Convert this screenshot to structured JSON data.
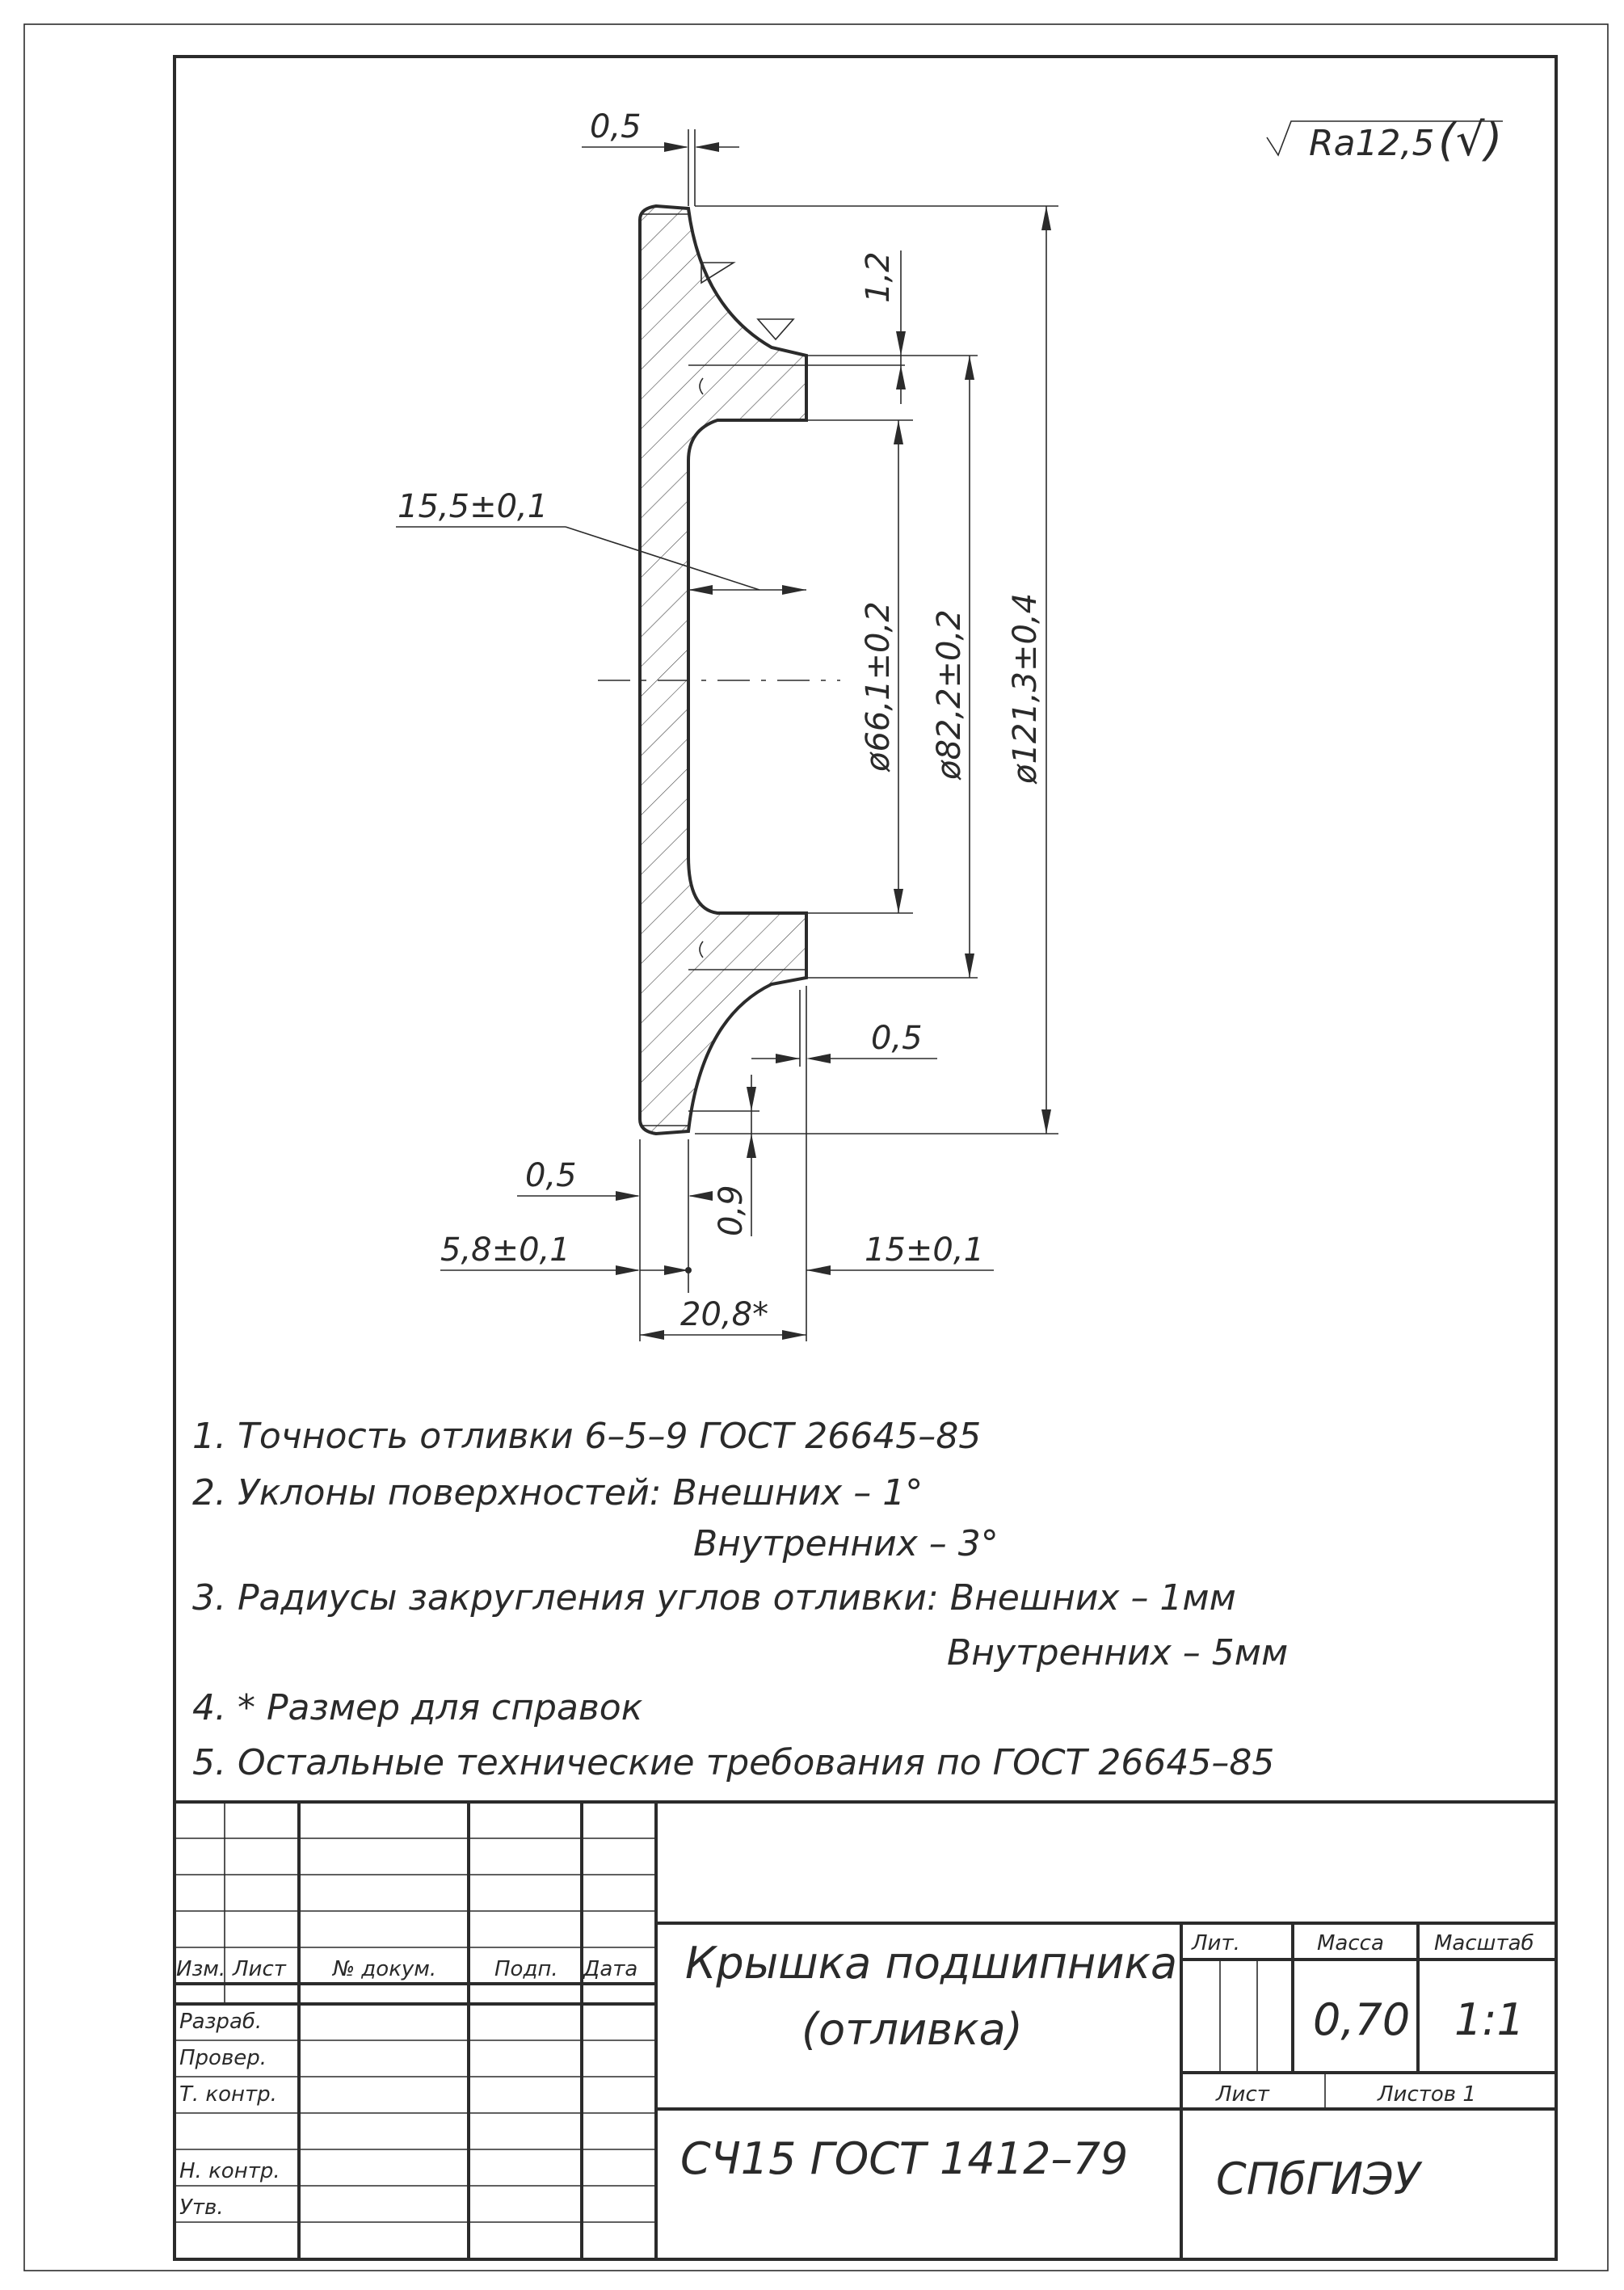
{
  "surface_roughness": {
    "text": "Ra12,5",
    "suffix": "(√)"
  },
  "dimensions": {
    "flange_wall_top": "0,5",
    "step_height": "1,2",
    "inner_depth": "15,5±0,1",
    "dia_inner": "ø66,1±0,2",
    "dia_mid": "ø82,2±0,2",
    "dia_outer": "ø121,3±0,4",
    "right_wall": "0,5",
    "bottom_step": "0,9",
    "left_wall": "0,5",
    "flange_thickness": "5,8±0,1",
    "boss_length": "15±0,1",
    "total_length": "20,8*"
  },
  "notes": [
    "1. Точность отливки 6–5–9 ГОСТ 26645–85",
    "2. Уклоны поверхностей: Внешних – 1°",
    "Внутренних – 3°",
    "3. Радиусы закругления углов отливки: Внешних – 1мм",
    "Внутренних – 5мм",
    "4. * Размер для справок",
    "5. Остальные технические требования по ГОСТ 26645–85"
  ],
  "title_block": {
    "title_line1": "Крышка подшипника",
    "title_line2": "(отливка)",
    "material": "СЧ15 ГОСТ 1412–79",
    "organization": "СПбГИЭУ",
    "headers": {
      "lit": "Лит.",
      "mass": "Масса",
      "scale": "Масштаб",
      "sheet": "Лист",
      "sheets": "Листов 1"
    },
    "mass_value": "0,70",
    "scale_value": "1:1",
    "row_labels": {
      "izm": "Изм.",
      "list": "Лист",
      "doc": "№ докум.",
      "sign": "Подп.",
      "date": "Дата",
      "developed": "Разраб.",
      "checked": "Провер.",
      "tech_control": "Т. контр.",
      "norm_control": "Н. контр.",
      "approved": "Утв."
    }
  }
}
